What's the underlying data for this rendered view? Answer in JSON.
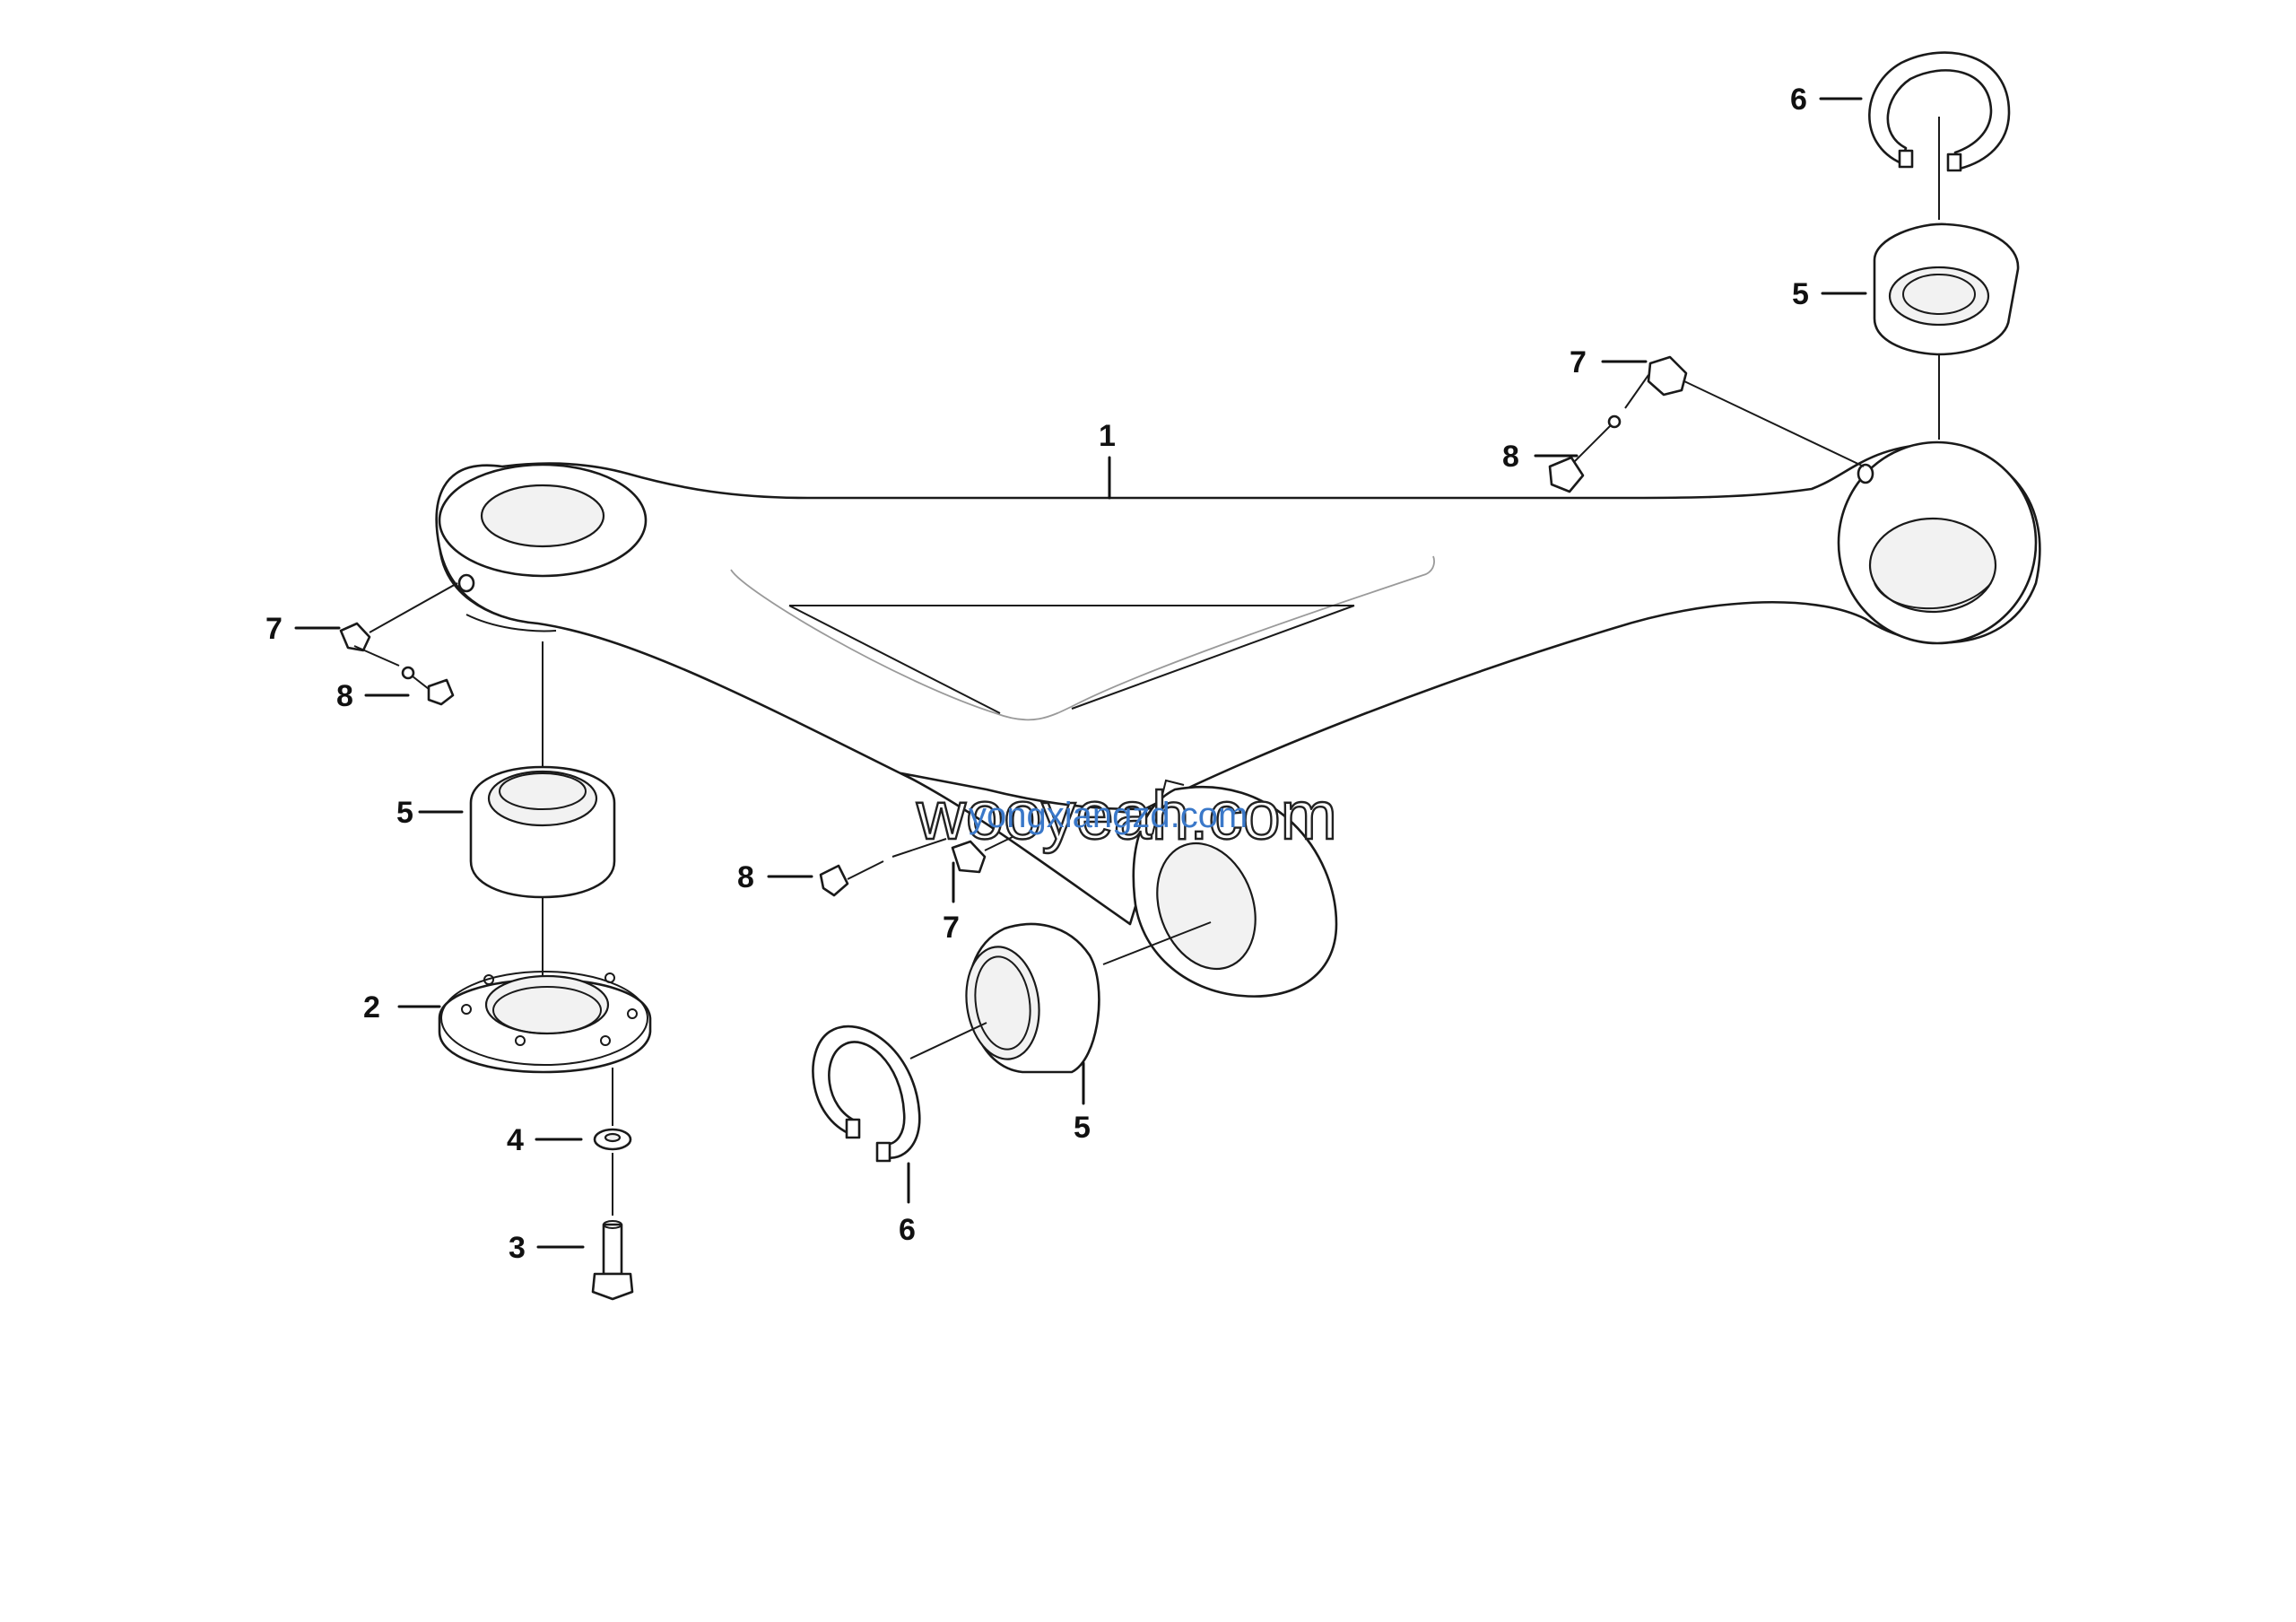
{
  "diagram": {
    "callouts": [
      {
        "id": "c1",
        "label": "1"
      },
      {
        "id": "c2",
        "label": "2"
      },
      {
        "id": "c3",
        "label": "3"
      },
      {
        "id": "c4",
        "label": "4"
      },
      {
        "id": "c5a",
        "label": "5"
      },
      {
        "id": "c5b",
        "label": "5"
      },
      {
        "id": "c5c",
        "label": "5"
      },
      {
        "id": "c6a",
        "label": "6"
      },
      {
        "id": "c6b",
        "label": "6"
      },
      {
        "id": "c7a",
        "label": "7"
      },
      {
        "id": "c7b",
        "label": "7"
      },
      {
        "id": "c7c",
        "label": "7"
      },
      {
        "id": "c8a",
        "label": "8"
      },
      {
        "id": "c8b",
        "label": "8"
      },
      {
        "id": "c8c",
        "label": "8"
      }
    ]
  },
  "watermark": {
    "text_outline": "wooyeah.com",
    "text_overlay": "yongxiangzd.com",
    "color": "#3a78c9"
  }
}
